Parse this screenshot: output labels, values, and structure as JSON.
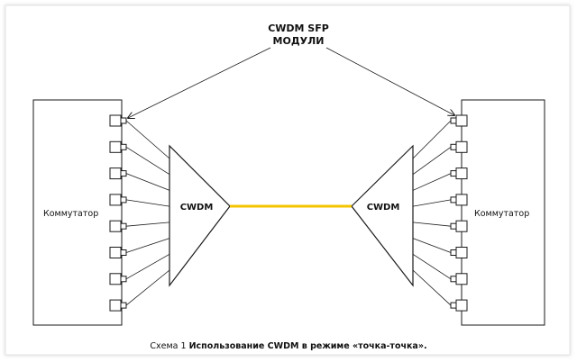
{
  "header": {
    "line1": "CWDM SFP",
    "line2": "МОДУЛИ"
  },
  "left_switch": {
    "label": "Коммутатор"
  },
  "right_switch": {
    "label": "Коммутатор"
  },
  "left_mux": {
    "label": "CWDM"
  },
  "right_mux": {
    "label": "CWDM"
  },
  "sfp_ports_per_switch": 8,
  "caption": {
    "prefix": "Схема 1",
    "text": "Использование CWDM в режиме «точка-точка»."
  },
  "colors": {
    "fiber_link": "#f5c400",
    "lines": "#1a1a1a"
  }
}
